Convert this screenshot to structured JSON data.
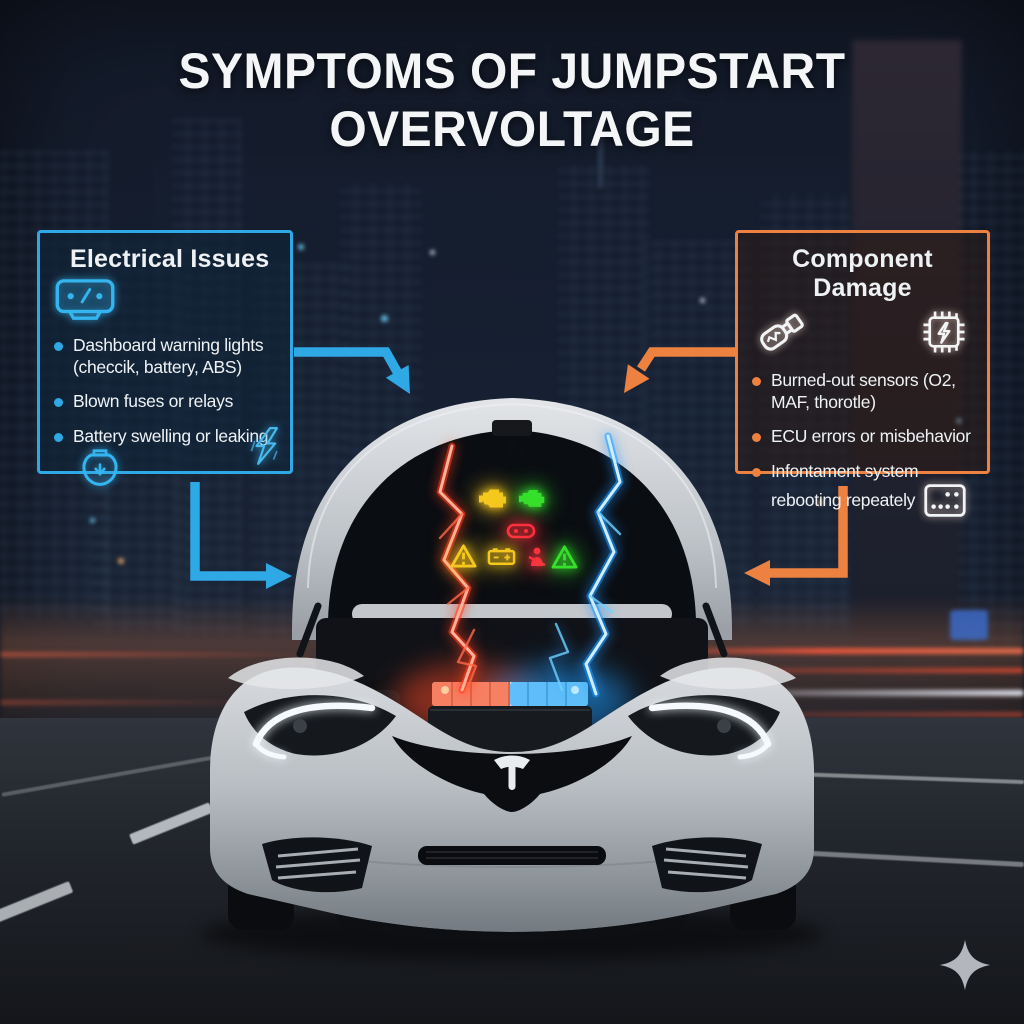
{
  "title": {
    "line1": "SYMPTOMS OF JUMPSTART",
    "line2": "OVERVOLTAGE"
  },
  "colors": {
    "electrical_accent": "#2fa9e6",
    "damage_accent": "#ed8140",
    "battery_glow_left": "#ff5a30",
    "battery_glow_right": "#2fb0ff",
    "title_text": "#f3f5f7"
  },
  "electrical_box": {
    "heading": "Electrical Issues",
    "icons": [
      "dashboard-cluster-icon",
      "battery-swelling-icon",
      "lightning-scribble-icon"
    ],
    "bullets": [
      "Dashboard warning lights (checcik, battery, ABS)",
      "Blown fuses or relays",
      "Battery swelling or leaking"
    ]
  },
  "damage_box": {
    "heading": "Component Damage",
    "icons": [
      "oxygen-sensor-icon",
      "chip-lightning-icon",
      "infotainment-screen-icon"
    ],
    "bullets": [
      "Burned-out sensors (O2, MAF, thorotle)",
      "ECU errors or misbehavior",
      "Infontament system rebooting repeately"
    ]
  },
  "car": {
    "brand_badge_icon": "tesla-t-badge",
    "warning_lights": [
      {
        "name": "check-engine-icon",
        "color": "#f6c81e"
      },
      {
        "name": "check-engine-icon",
        "color": "#35e02a"
      },
      {
        "name": "coolant-warning-icon",
        "color": "#ff2e3e"
      },
      {
        "name": "warning-triangle-icon",
        "color": "#f6c81e"
      },
      {
        "name": "battery-warning-icon",
        "color": "#f6c81e"
      },
      {
        "name": "seatbelt-reminder-icon",
        "color": "#ff2e3e"
      },
      {
        "name": "warning-triangle-icon",
        "color": "#35e02a"
      }
    ]
  },
  "footer": {
    "watermark_icon": "four-point-star-icon"
  }
}
